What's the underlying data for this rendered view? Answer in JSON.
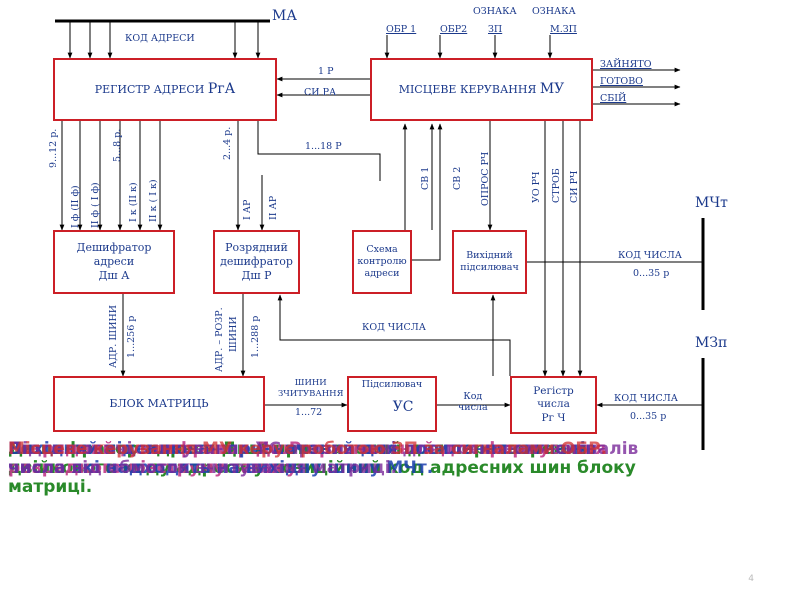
{
  "colors": {
    "block_border": "#cc1f26",
    "label": "#1c3a8c",
    "line": "#000000",
    "overlay": [
      "#2a8a2a",
      "#c23a8a",
      "#1b3fb0",
      "#7a2a9a",
      "#d23030"
    ]
  },
  "top": {
    "ma": "МА",
    "kod_adresy": "КОД АДРЕСИ",
    "obr1": "ОБР 1",
    "obr2": "ОБР2",
    "oznaka1": "ОЗНАКА",
    "zp": "ЗП",
    "oznaka2": "ОЗНАКА",
    "mzp": "М.ЗП"
  },
  "blocks": {
    "rga": {
      "text": "РЕГИСТР АДРЕСИ",
      "suffix": "РгА"
    },
    "mu": {
      "text": "МІСЦЕВЕ КЕРУВАННЯ",
      "suffix": "МУ"
    },
    "dsha": "Дешифратор\nадреси\nДш А",
    "dshr": "Розрядний\nдешифратор\nДш Р",
    "ska": "Схема\nконтролю\nадреси",
    "vp": "Вихідний\nпідсилювач",
    "bm": "БЛОК МАТРИЦЬ",
    "us_top": "Підсилювач",
    "us": "УС",
    "rgch": "Регістр\nчисла\nРг Ч"
  },
  "signals": {
    "r1": "1 Р",
    "si_ra": "СИ  РА",
    "zainiato": "ЗАЙНЯТО",
    "gotovo": "ГОТОВО",
    "sbii": "СБІЙ",
    "r1_18": "1...18 Р",
    "r9_12": "9...12 р.",
    "r5_8": "5...8 р.",
    "r2_4": "2...4 р.",
    "if_if": "І ф (ІІ ф)",
    "iif_if": "ІІ ф ( І ф)",
    "ik_iik": "І к (ІІ к)",
    "iik_ik": "ІІ к ( І к)",
    "iar": "І АР",
    "iiar": "ІІ АР",
    "sv1": "СВ 1",
    "sv2": "СВ 2",
    "opros": "ОПРОС  РЧ",
    "uo": "УО  РЧ",
    "strob": "СТРОБ",
    "si_rch": "СИ  РЧ",
    "mcht": "МЧт",
    "mzp": "МЗп",
    "kod_chysla_1": "КОД ЧИСЛА",
    "r0_35_1": "0...35 р",
    "kod_chysla_mid": "КОД ЧИСЛА",
    "kod_chysla_2": "КОД ЧИСЛА",
    "r0_35_2": "0...35 р",
    "adr_shyny": "АДР. ШИНИ",
    "r1_256": "1...256 р",
    "adr_rozr": "АДР. – РОЗР.",
    "shyny": "ШИНИ",
    "r1_288": "1...288 р",
    "shyny_zch": "ШИНИ\nЗЧИТУВАННЯ",
    "r1_72": "1...72",
    "kod_chysla_small": "Код\nчисла"
  },
  "overlay": [
    "Дешифратор адреси ДшА призначений для перетворення\nдвійкового коду адреси у позиційний код адресних шин блоку\nматриці.",
    "Розрядний дешифратор ДшР призначений для формування\nрозрядного півструму запису.",
    "Вихідний підсилювач призначений для посилення сигналів\nчисла які надходять на вихідну шину МЧт.",
    "Підсилювачі зчитування УС призначені для посилення сигналів\nчисла від обмоток зчитування матриці.",
    "Місцеве керування МУ керує роботою ЗП за сигналами ОБР."
  ],
  "page_number": "4"
}
